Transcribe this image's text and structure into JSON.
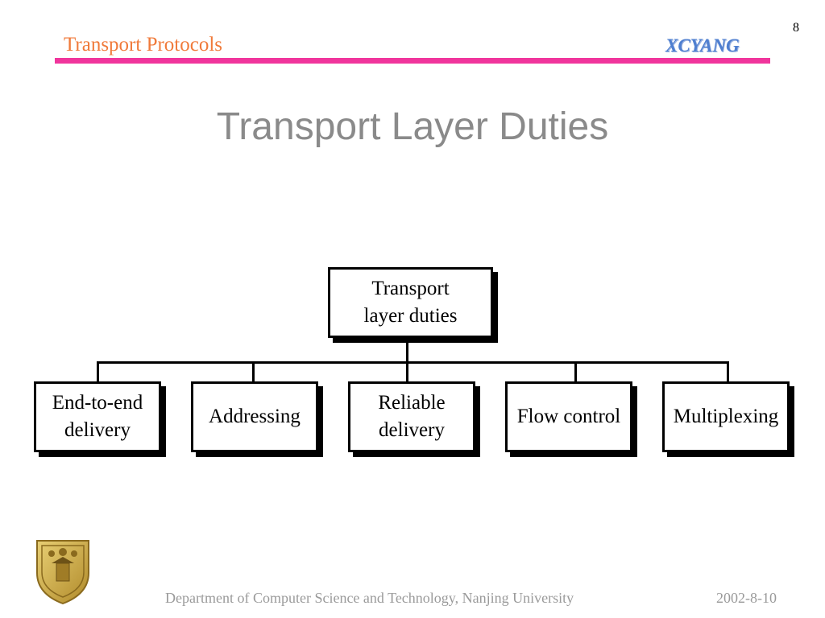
{
  "header": {
    "title": "Transport Protocols",
    "brand": "XCYANG",
    "page_number": "8",
    "rule_color": "#f0359c"
  },
  "slide": {
    "title": "Transport Layer Duties"
  },
  "diagram": {
    "root": "Transport\nlayer duties",
    "children": [
      "End-to-end\ndelivery",
      "Addressing",
      "Reliable\ndelivery",
      "Flow control",
      "Multiplexing"
    ]
  },
  "footer": {
    "department": "Department of Computer Science and Technology, Nanjing University",
    "date": "2002-8-10",
    "logo": "university-crest-icon"
  }
}
